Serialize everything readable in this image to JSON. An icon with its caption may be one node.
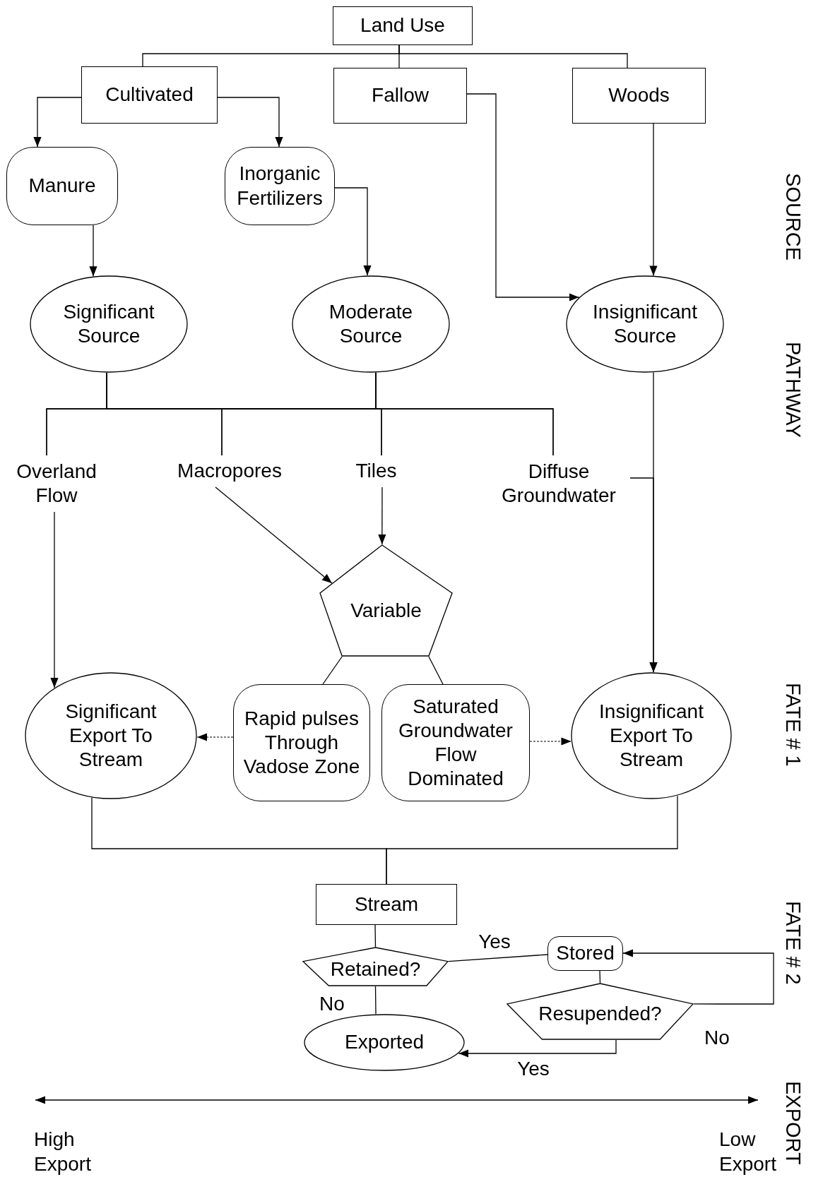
{
  "diagram": {
    "nodes": [
      {
        "text": [
          "Land Use"
        ]
      },
      {
        "text": [
          "Cultivated"
        ]
      },
      {
        "text": [
          "Fallow"
        ]
      },
      {
        "text": [
          "Woods"
        ]
      },
      {
        "text": [
          "Manure"
        ]
      },
      {
        "text": [
          "Inorganic Fertilizers"
        ]
      },
      {
        "text": [
          "Significant Source"
        ]
      },
      {
        "text": [
          "Moderate Source"
        ]
      },
      {
        "text": [
          "Insignificant Source"
        ]
      },
      {
        "text": [
          "Overland Flow"
        ]
      },
      {
        "text": [
          "Macropores"
        ]
      },
      {
        "text": [
          "Tiles"
        ]
      },
      {
        "text": [
          "Diffuse Groundwater"
        ]
      },
      {
        "text": [
          "Variable"
        ]
      },
      {
        "text": [
          "Rapid pulses Through Vadose Zone"
        ]
      },
      {
        "text": [
          "Saturated Groundwater Flow Dominated"
        ]
      },
      {
        "text": [
          "Significant Export To Stream"
        ]
      },
      {
        "text": [
          "Insignificant Export To Stream"
        ]
      },
      {
        "text": [
          "Stream"
        ]
      },
      {
        "text": [
          "Retained?"
        ]
      },
      {
        "text": [
          "Stored"
        ]
      },
      {
        "text": [
          "Resupended?"
        ]
      },
      {
        "text": [
          "Exported"
        ]
      }
    ],
    "edges": [
      {
        "from": 0,
        "to": 1,
        "arrow": "none"
      },
      {
        "from": 0,
        "to": 2,
        "arrow": "none"
      },
      {
        "from": 0,
        "to": 3,
        "arrow": "none"
      },
      {
        "from": 1,
        "to": 4,
        "arrow": "to"
      },
      {
        "from": 1,
        "to": 5,
        "arrow": "to"
      },
      {
        "from": 4,
        "to": 6,
        "arrow": "to"
      },
      {
        "from": 5,
        "to": 7,
        "arrow": "to"
      },
      {
        "from": 2,
        "to": 8,
        "arrow": "to"
      },
      {
        "from": 3,
        "to": 8,
        "arrow": "to"
      },
      {
        "from": 6,
        "to": 9,
        "arrow": "none"
      },
      {
        "from": 6,
        "to": 10,
        "arrow": "none"
      },
      {
        "from": 6,
        "to": 11,
        "arrow": "none"
      },
      {
        "from": 6,
        "to": 12,
        "arrow": "none"
      },
      {
        "from": 7,
        "to": 9,
        "arrow": "none"
      },
      {
        "from": 7,
        "to": 10,
        "arrow": "none"
      },
      {
        "from": 7,
        "to": 11,
        "arrow": "none"
      },
      {
        "from": 7,
        "to": 12,
        "arrow": "none"
      },
      {
        "from": 12,
        "to": 17,
        "arrow": "to"
      },
      {
        "from": 8,
        "to": 17,
        "arrow": "to"
      },
      {
        "from": 9,
        "to": 16,
        "arrow": "to"
      },
      {
        "from": 10,
        "to": 13,
        "arrow": "to"
      },
      {
        "from": 11,
        "to": 13,
        "arrow": "to"
      },
      {
        "from": 13,
        "to": 14,
        "arrow": "none"
      },
      {
        "from": 13,
        "to": 15,
        "arrow": "none"
      },
      {
        "from": 14,
        "to": 16,
        "arrow": "to",
        "style": "dashed"
      },
      {
        "from": 15,
        "to": 17,
        "arrow": "to",
        "style": "dashed"
      },
      {
        "from": 16,
        "to": 18,
        "arrow": "none"
      },
      {
        "from": 17,
        "to": 18,
        "arrow": "none"
      },
      {
        "from": 18,
        "to": 19,
        "arrow": "none"
      },
      {
        "from": 19,
        "to": 20,
        "arrow": "none",
        "label": "Yes"
      },
      {
        "from": 19,
        "to": 22,
        "arrow": "none",
        "label": "No"
      },
      {
        "from": 20,
        "to": 21,
        "arrow": "none"
      },
      {
        "from": 21,
        "to": 20,
        "arrow": "to",
        "label": "No"
      },
      {
        "from": 21,
        "to": 22,
        "arrow": "to",
        "label": "Yes"
      }
    ],
    "labels": [
      "SOURCE",
      "PATHWAY",
      "FATE # 1",
      "FATE # 2",
      "EXPORT",
      "High Export",
      "Low Export"
    ]
  }
}
